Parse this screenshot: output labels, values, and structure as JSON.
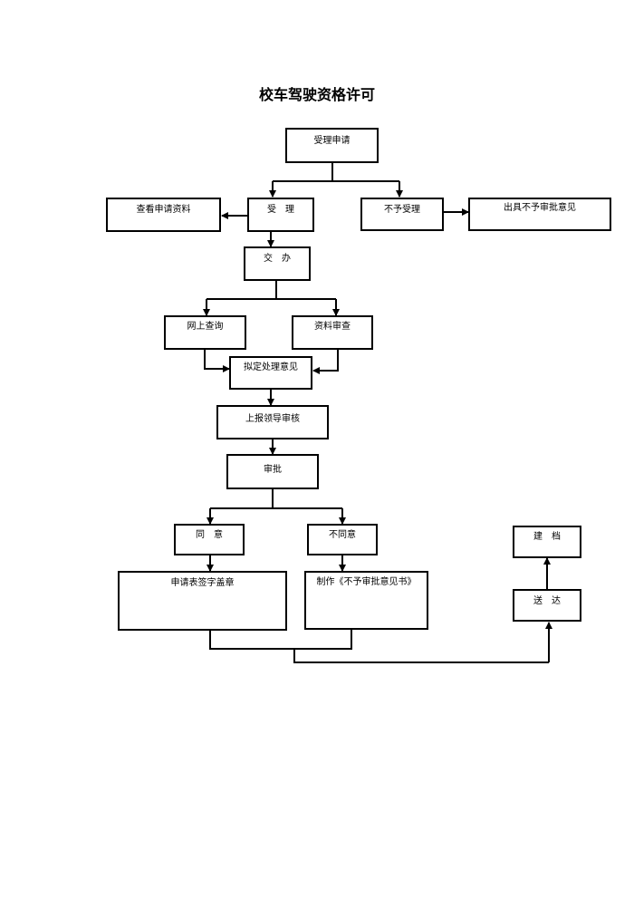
{
  "title": "校车驾驶资格许可",
  "nodes": {
    "accept_application": "受理申请",
    "view_materials": "查看申请资料",
    "accept": "受　理",
    "not_accept": "不予受理",
    "issue_rejection_opinion": "出具不予审批意见",
    "assign": "交　办",
    "online_query": "网上查询",
    "material_review": "资料审查",
    "draft_opinion": "拟定处理意见",
    "report_leader_review": "上报领导审核",
    "approval": "审批",
    "agree": "同　意",
    "disagree": "不同意",
    "sign_and_seal": "申请表签字盖章",
    "make_rejection_letter": "制作《不予审批意见书》",
    "deliver": "送　达",
    "archive": "建　档"
  }
}
